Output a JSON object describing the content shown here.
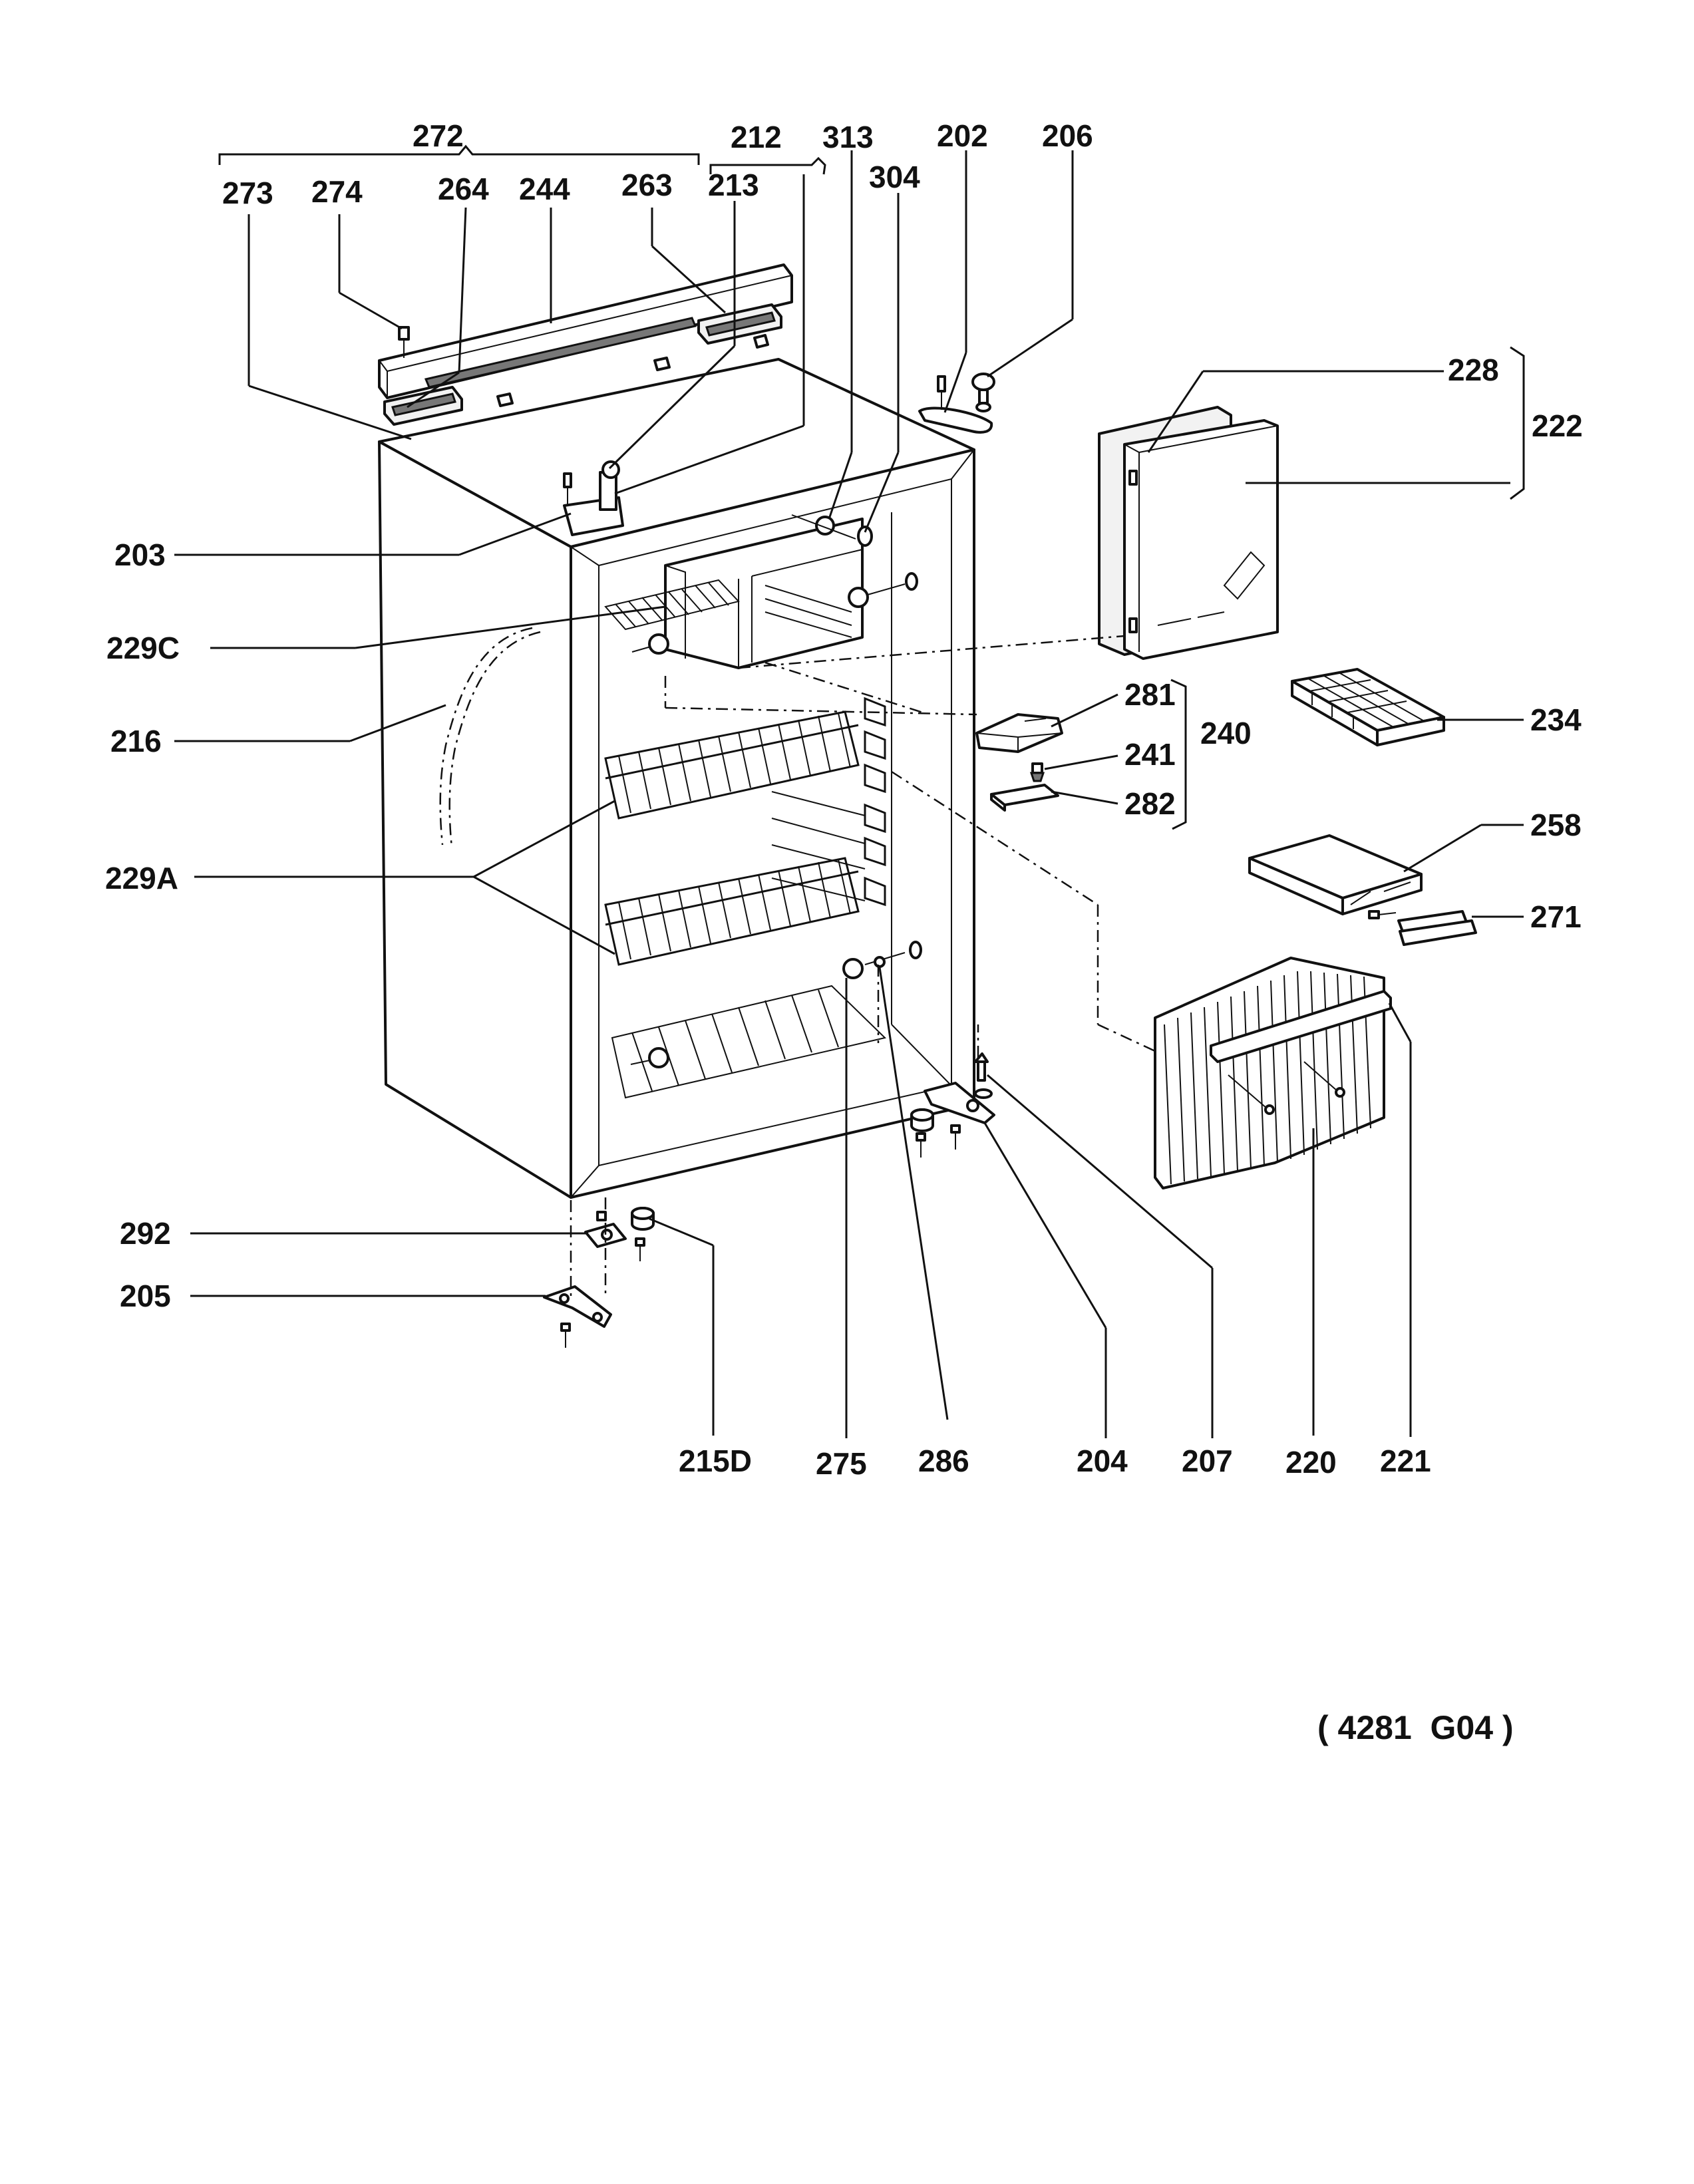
{
  "drawing_code": "( 4281  G04 )",
  "labels": {
    "l272": "272",
    "l212": "212",
    "l313": "313",
    "l202": "202",
    "l206": "206",
    "l273": "273",
    "l274": "274",
    "l264": "264",
    "l244": "244",
    "l263": "263",
    "l213": "213",
    "l304": "304",
    "l228": "228",
    "l222": "222",
    "l203": "203",
    "l229C": "229C",
    "l216": "216",
    "l281": "281",
    "l240": "240",
    "l234": "234",
    "l241": "241",
    "l282": "282",
    "l258": "258",
    "l229A": "229A",
    "l271": "271",
    "l292": "292",
    "l205": "205",
    "l215D": "215D",
    "l275": "275",
    "l286": "286",
    "l204": "204",
    "l207": "207",
    "l220": "220",
    "l221": "221"
  }
}
